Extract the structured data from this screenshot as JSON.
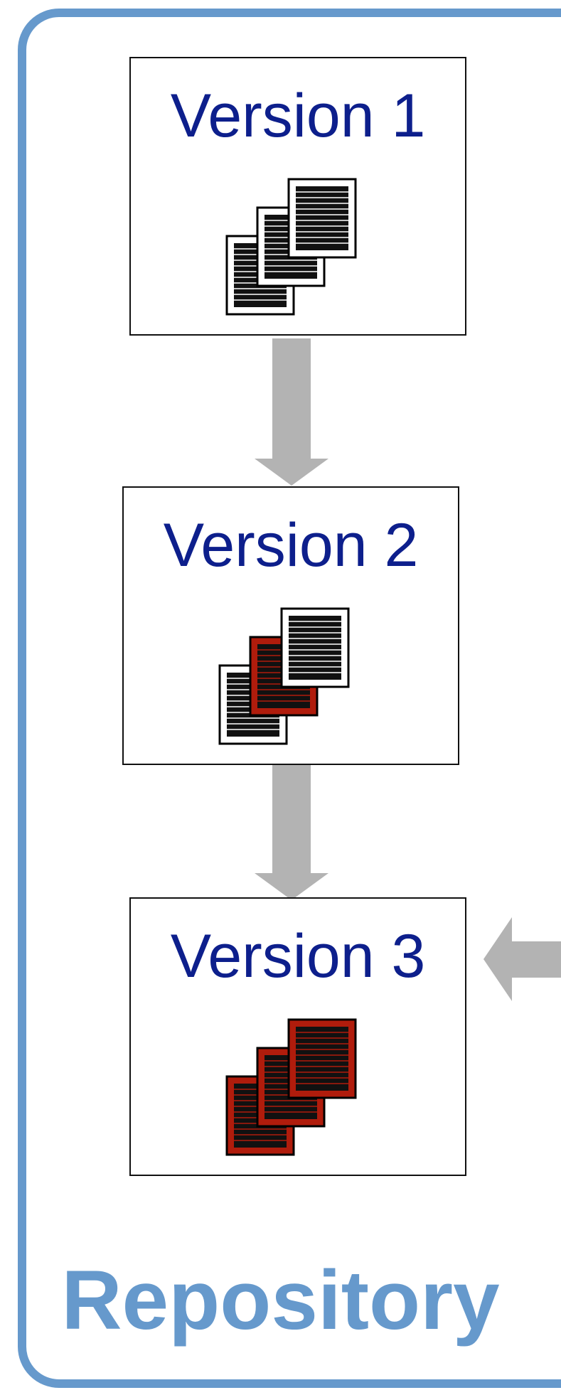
{
  "diagram": {
    "repository_label": "Repository",
    "colors": {
      "repository_border": "#6699cc",
      "title_text": "#0d1f8c",
      "arrow": "#b3b3b3",
      "changed_document": "#b01c0c",
      "unchanged_document": "#ffffff"
    },
    "versions": [
      {
        "label": "Version 1",
        "documents": [
          "unchanged",
          "unchanged",
          "unchanged"
        ]
      },
      {
        "label": "Version 2",
        "documents": [
          "unchanged",
          "changed",
          "unchanged"
        ]
      },
      {
        "label": "Version 3",
        "documents": [
          "changed",
          "changed",
          "changed"
        ]
      }
    ],
    "arrows": [
      {
        "from": "Version 1",
        "to": "Version 2"
      },
      {
        "from": "Version 2",
        "to": "Version 3"
      },
      {
        "from": "outside",
        "to": "Version 3"
      }
    ]
  }
}
